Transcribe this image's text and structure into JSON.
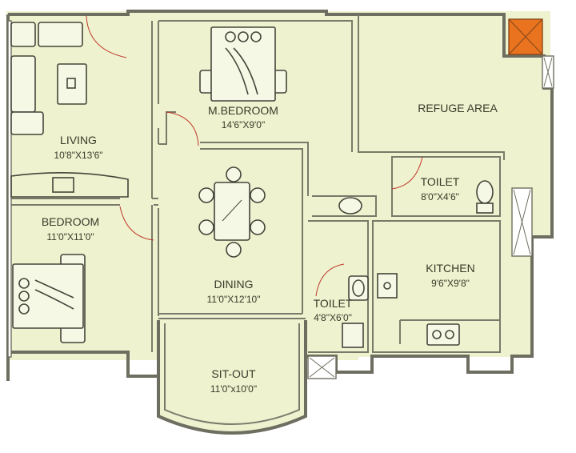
{
  "colors": {
    "floor": "#eef2cf",
    "wall": "#6e6e60",
    "duct": "#e9731f",
    "door_swing": "#c0392b"
  },
  "rooms": {
    "living": {
      "name": "LIVING",
      "dims": "10'8\"X13'6\""
    },
    "master_bedroom": {
      "name": "M.BEDROOM",
      "dims": "14'6\"X9'0\""
    },
    "refuge": {
      "name": "REFUGE AREA"
    },
    "toilet1": {
      "name": "TOILET",
      "dims": "8'0\"X4'6\""
    },
    "bedroom": {
      "name": "BEDROOM",
      "dims": "11'0\"X11'0\""
    },
    "dining": {
      "name": "DINING",
      "dims": "11'0\"X12'10\""
    },
    "kitchen": {
      "name": "KITCHEN",
      "dims": "9'6\"X9'8\""
    },
    "toilet2": {
      "name": "TOILET",
      "dims": "4'8\"X6'0\""
    },
    "sitout": {
      "name": "SIT-OUT",
      "dims": "11'0\"x10'0\""
    }
  }
}
